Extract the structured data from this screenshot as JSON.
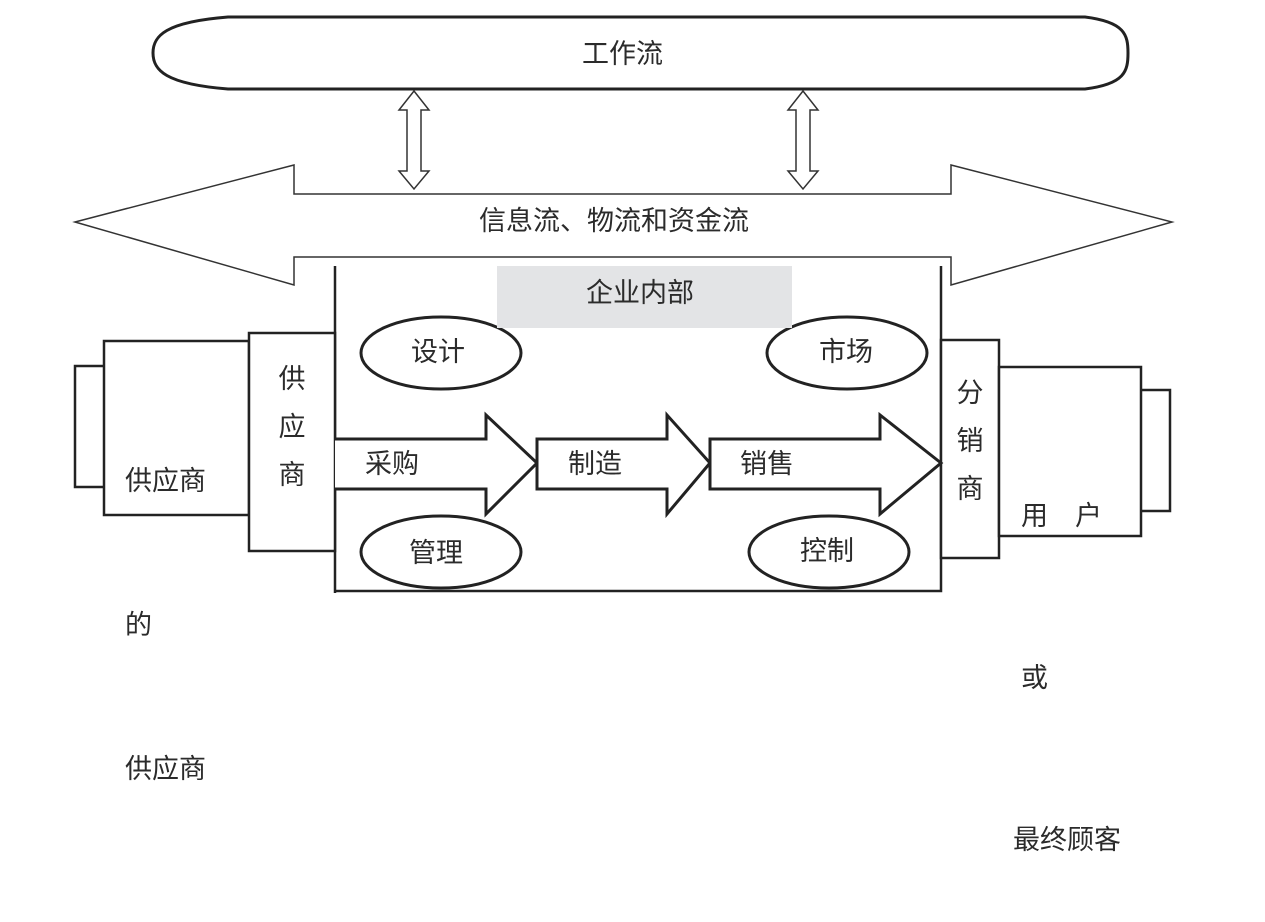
{
  "workflow": {
    "label": "工作流"
  },
  "flows": {
    "label": "信息流、物流和资金流"
  },
  "enterprise": {
    "title": "企业内部",
    "functions": {
      "design": "设计",
      "market": "市场",
      "management": "管理",
      "control": "控制"
    },
    "process": {
      "procurement": "采购",
      "manufacturing": "制造",
      "sales": "销售"
    }
  },
  "upstream": {
    "suppliers_supplier": [
      "供应商",
      "的",
      "供应商"
    ],
    "supplier": [
      "供",
      "应",
      "商"
    ]
  },
  "downstream": {
    "distributor": [
      "分",
      "销",
      "商"
    ],
    "customer": [
      "用　户",
      "或",
      "最终顾客"
    ]
  }
}
